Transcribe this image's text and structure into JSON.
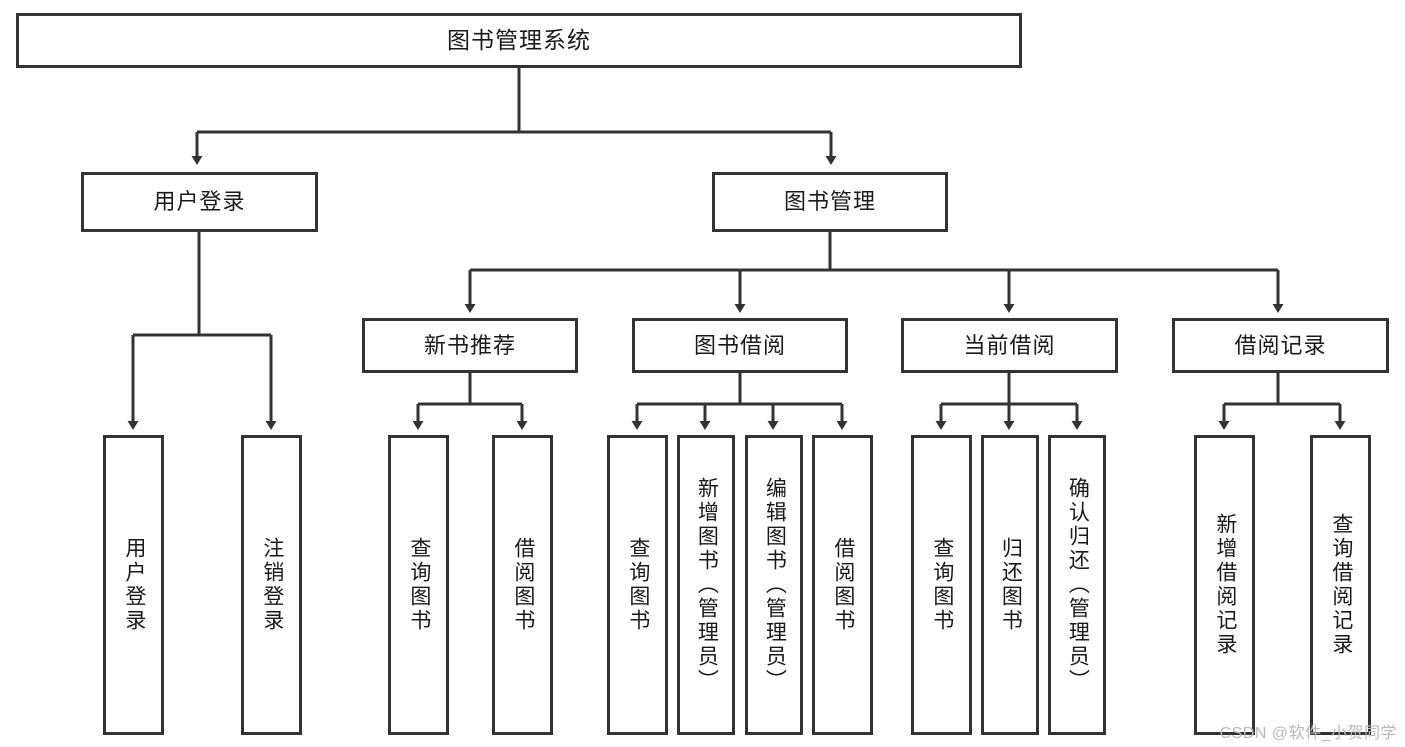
{
  "diagram": {
    "title": "图书管理系统",
    "watermark": "CSDN @软件_小贺同学",
    "colors": {
      "box_border": "#333333",
      "box_fill": "#ffffff",
      "edge": "#333333",
      "text": "#1a1a1a",
      "watermark": "#b9b9b9",
      "background": "#ffffff"
    },
    "levels": {
      "level0": [
        "图书管理系统"
      ],
      "level1": [
        "用户登录",
        "图书管理"
      ],
      "level2": [
        "新书推荐",
        "图书借阅",
        "当前借阅",
        "借阅记录"
      ],
      "level3": [
        "用户登录",
        "注销登录",
        "查询图书",
        "借阅图书",
        "查询图书",
        "新增图书（管理员）",
        "编辑图书（管理员）",
        "借阅图书",
        "查询图书",
        "归还图书",
        "确认归还（管理员）",
        "新增借阅记录",
        "查询借阅记录"
      ]
    },
    "nodes": {
      "root": {
        "label": "图书管理系统"
      },
      "user_login": {
        "label": "用户登录"
      },
      "book_manage": {
        "label": "图书管理"
      },
      "new_book_rec": {
        "label": "新书推荐"
      },
      "book_borrow": {
        "label": "图书借阅"
      },
      "current_borrow": {
        "label": "当前借阅"
      },
      "borrow_record": {
        "label": "借阅记录"
      },
      "leaf_user_login": {
        "label": "用户登录"
      },
      "leaf_logout": {
        "label": "注销登录"
      },
      "leaf_query_book_1": {
        "label": "查询图书"
      },
      "leaf_borrow_book_1": {
        "label": "借阅图书"
      },
      "leaf_query_book_2": {
        "label": "查询图书"
      },
      "leaf_add_book_admin": {
        "label": "新增图书（管理员）"
      },
      "leaf_edit_book_admin": {
        "label": "编辑图书（管理员）"
      },
      "leaf_borrow_book_2": {
        "label": "借阅图书"
      },
      "leaf_query_book_3": {
        "label": "查询图书"
      },
      "leaf_return_book": {
        "label": "归还图书"
      },
      "leaf_confirm_return_admin": {
        "label": "确认归还（管理员）"
      },
      "leaf_add_borrow_record": {
        "label": "新增借阅记录"
      },
      "leaf_query_borrow_record": {
        "label": "查询借阅记录"
      }
    }
  }
}
